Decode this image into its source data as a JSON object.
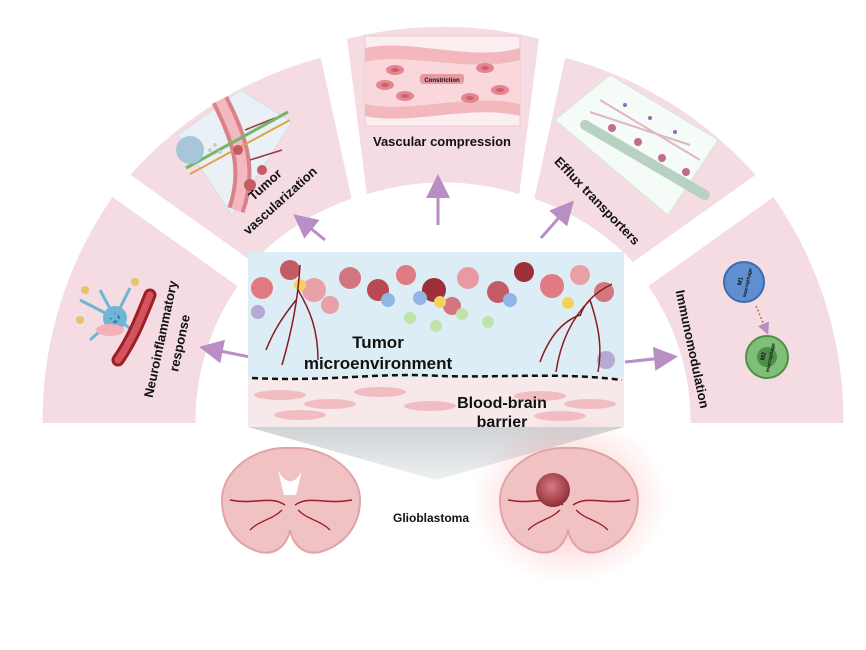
{
  "segments": {
    "neuro_line1": "Neuroinflammatory",
    "neuro_line2": "response",
    "vasc_line1": "Tumor",
    "vasc_line2": "vascularization",
    "compression": "Vascular compression",
    "efflux": "Efflux transporters",
    "immuno": "Immunomodulation"
  },
  "center": {
    "tme_line1": "Tumor",
    "tme_line2": "microenvironment",
    "bbb_line1": "Blood-brain",
    "bbb_line2": "barrier"
  },
  "constriction_label": "Constriction",
  "macrophages": {
    "m1_line1": "M1",
    "m1_line2": "macrophage",
    "m2_line1": "M2",
    "m2_line2": "macrophage"
  },
  "disease_label": "Glioblastoma",
  "colors": {
    "ring": "#f5dbe2",
    "ring_edge": "#ecc8d2",
    "arrow": "#b98ec4",
    "tme_background": "#dcedf5",
    "bbb_background": "#f7e9ea",
    "brain": "#f1c2c4",
    "vessel": "#9e1d26",
    "glioblastoma_text": "#c53030",
    "tumor": "#b8535c"
  }
}
